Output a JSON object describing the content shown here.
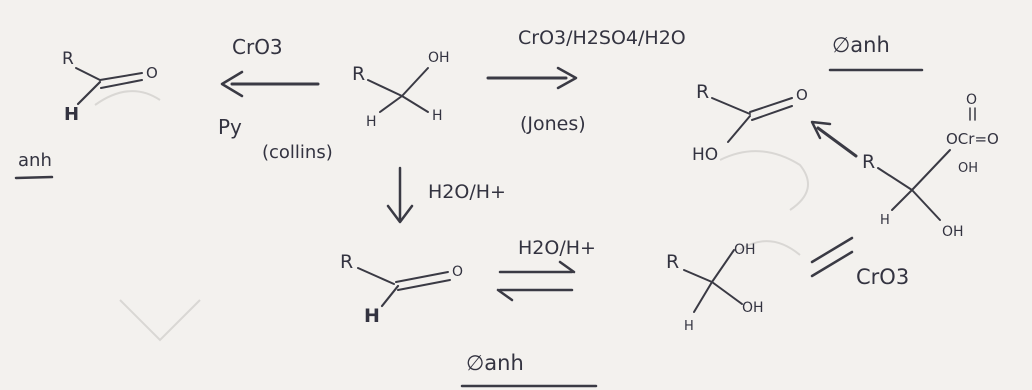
{
  "reagents": {
    "collins_top": "CrO3",
    "collins_bottom": "Py",
    "collins_name": "(collins)",
    "jones_top": "CrO3/H2SO4/H2O",
    "jones_name": "(Jones)",
    "hydration": "H2O/H+",
    "equilibrium": "H2O/H+",
    "chromate": "CrO3"
  },
  "notes": {
    "anhydrous": "anh",
    "aqueous_top": "∅anh",
    "aqueous_bottom": "∅anh"
  },
  "atoms": {
    "R": "R",
    "H": "H",
    "O": "O",
    "OH": "OH",
    "HO": "HO"
  },
  "structures": {
    "chromate_ester_top": "O",
    "chromate_ester_mid": "OCr=O",
    "chromate_ester_bottom": "OH"
  }
}
